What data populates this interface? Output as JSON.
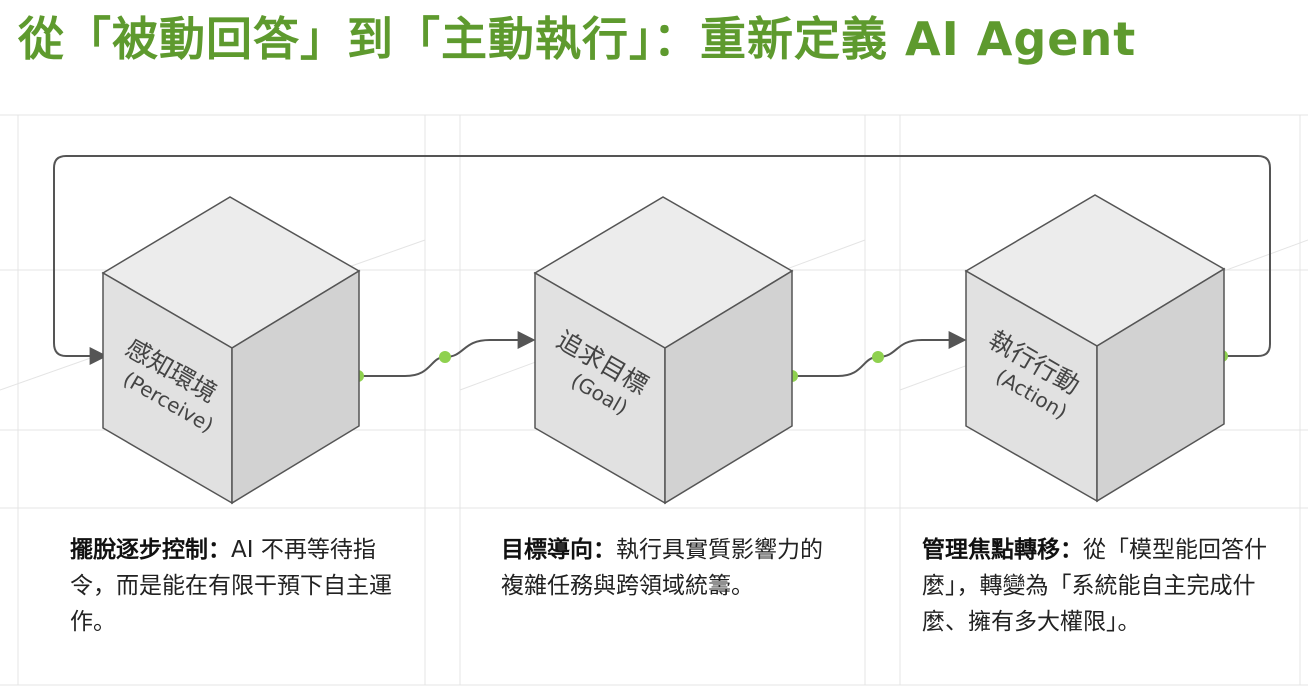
{
  "title": "從「被動回答」到「主動執行」：重新定義 AI Agent",
  "steps": [
    {
      "label": "感知環境",
      "label_en": "(Perceive)",
      "heading": "擺脫逐步控制：",
      "body": "AI 不再等待指令，而是能在有限干預下自主運作。"
    },
    {
      "label": "追求目標",
      "label_en": "(Goal)",
      "heading": "目標導向：",
      "body": "執行具實質影響力的複雜任務與跨領域統籌。"
    },
    {
      "label": "執行行動",
      "label_en": "(Action)",
      "heading": "管理焦點轉移：",
      "body": "從「模型能回答什麼」，轉變為「系統能自主完成什麼、擁有多大權限」。"
    }
  ],
  "colors": {
    "title": "#5e9a2e",
    "connector_dot": "#8fd14f",
    "cube_top": "#ececec",
    "cube_left": "#e1e1e1",
    "cube_right": "#d2d2d2",
    "edge": "#555555"
  }
}
